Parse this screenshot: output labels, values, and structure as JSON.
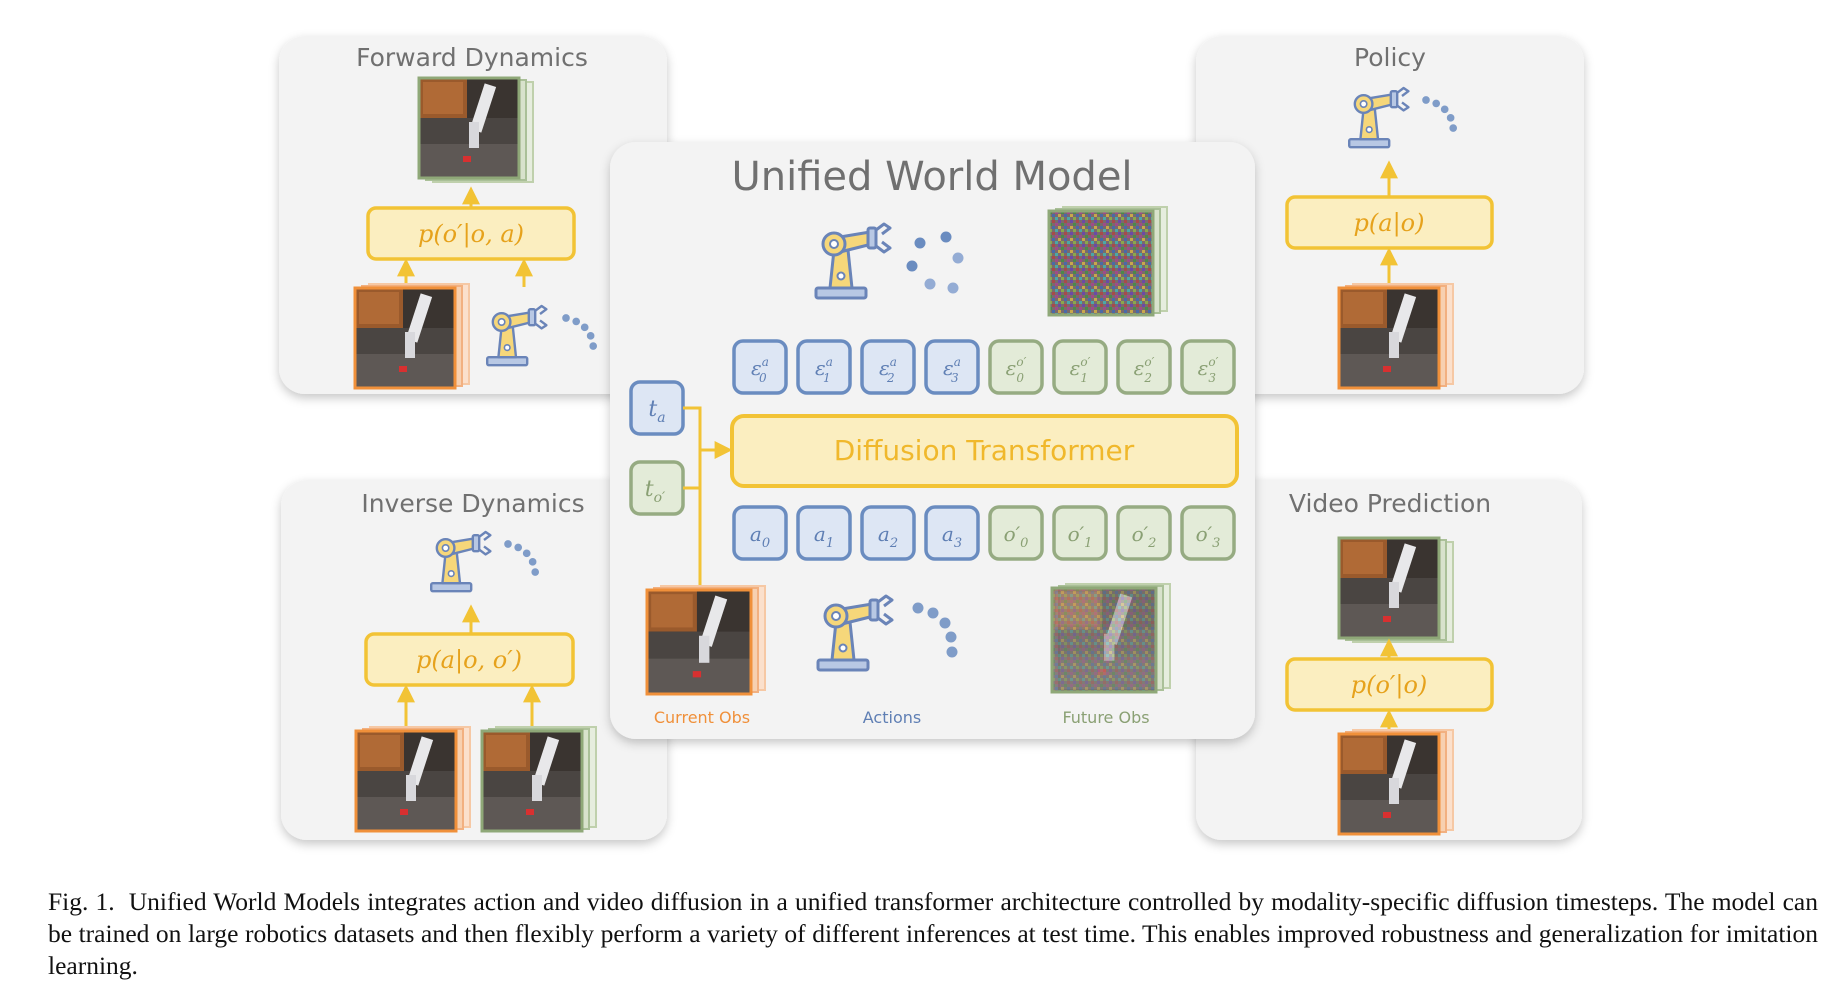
{
  "panels": {
    "forward_dynamics": {
      "title": "Forward Dynamics",
      "formula": "p(o′|o, a)"
    },
    "inverse_dynamics": {
      "title": "Inverse Dynamics",
      "formula": "p(a|o, o′)"
    },
    "policy": {
      "title": "Policy",
      "formula": "p(a|o)"
    },
    "video_prediction": {
      "title": "Video Prediction",
      "formula": "p(o′|o)"
    }
  },
  "center": {
    "title": "Unified World Model",
    "transformer_label": "Diffusion Transformer",
    "timesteps": [
      {
        "base": "t",
        "sub": "a"
      },
      {
        "base": "t",
        "sub": "o′"
      }
    ],
    "noise_tokens_action": [
      {
        "base": "ε",
        "sub": "0",
        "sup": "a"
      },
      {
        "base": "ε",
        "sub": "1",
        "sup": "a"
      },
      {
        "base": "ε",
        "sub": "2",
        "sup": "a"
      },
      {
        "base": "ε",
        "sub": "3",
        "sup": "a"
      }
    ],
    "noise_tokens_obs": [
      {
        "base": "ε",
        "sub": "0",
        "sup": "o′"
      },
      {
        "base": "ε",
        "sub": "1",
        "sup": "o′"
      },
      {
        "base": "ε",
        "sub": "2",
        "sup": "o′"
      },
      {
        "base": "ε",
        "sub": "3",
        "sup": "o′"
      }
    ],
    "action_tokens": [
      {
        "base": "a",
        "sub": "0"
      },
      {
        "base": "a",
        "sub": "1"
      },
      {
        "base": "a",
        "sub": "2"
      },
      {
        "base": "a",
        "sub": "3"
      }
    ],
    "obs_tokens": [
      {
        "base": "o′",
        "sub": "0"
      },
      {
        "base": "o′",
        "sub": "1"
      },
      {
        "base": "o′",
        "sub": "2"
      },
      {
        "base": "o′",
        "sub": "3"
      }
    ],
    "labels": {
      "current_obs": "Current Obs",
      "actions": "Actions",
      "future_obs": "Future Obs"
    }
  },
  "caption": {
    "lead": "Fig. 1.",
    "text": "Unified World Models integrates action and video diffusion in a unified transformer architecture controlled by modality-specific diffusion timesteps. The model can be trained on large robotics datasets and then flexibly perform a variety of different inferences at test time. This enables improved robustness and generalization for imitation learning."
  },
  "colors": {
    "orange": "#f0903a",
    "yellow": "#f2c335",
    "yellow_fill": "#fbeec0",
    "blue": "#6a8cc0",
    "blue_fill": "#dde6f4",
    "green": "#96ab82",
    "green_fill": "#e3ebd8",
    "panel": "#f3f3f3"
  }
}
